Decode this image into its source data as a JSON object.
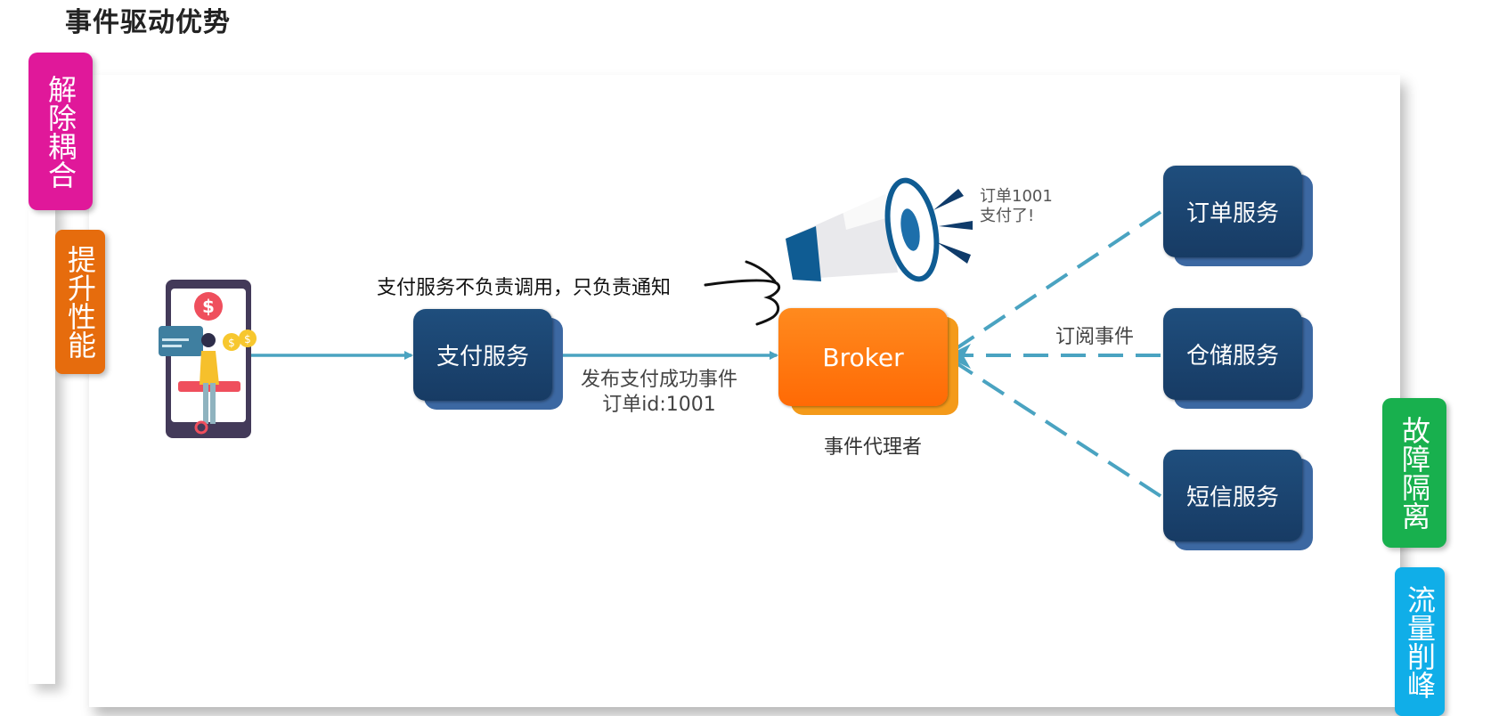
{
  "title": "事件驱动优势",
  "tags": {
    "decouple": "解除耦合",
    "performance": "提升性能",
    "isolation": "故障隔离",
    "peak_shaving": "流量削峰"
  },
  "services": {
    "payment": "支付服务",
    "order": "订单服务",
    "storage": "仓储服务",
    "sms": "短信服务"
  },
  "broker": {
    "label": "Broker",
    "caption": "事件代理者"
  },
  "annotations": {
    "notify_note": "支付服务不负责调用，只负责通知",
    "publish_event_line1": "发布支付成功事件",
    "publish_event_line2": "订单id:1001",
    "subscribe": "订阅事件",
    "announce_line1": "订单1001",
    "announce_line2": "支付了!"
  },
  "icons": [
    "phone-payment-icon",
    "megaphone-icon"
  ],
  "colors": {
    "service_box": "#1f4e7d",
    "broker_box": "#ff7a10",
    "arrow": "#4aa3c1",
    "decouple": "#e0189a",
    "performance": "#e66c0d",
    "isolation": "#18b04e",
    "peak_shaving": "#10aee8"
  }
}
